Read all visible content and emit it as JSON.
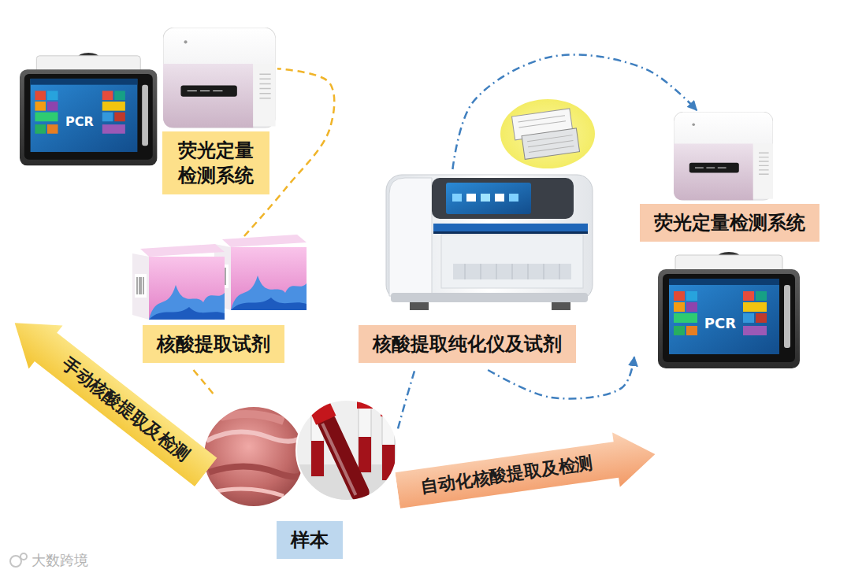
{
  "diagram": {
    "nodes": [
      {
        "text": [
          "荧光定量检测系统"
        ]
      },
      {
        "text": [
          "核酸提取试剂"
        ]
      },
      {
        "text": [
          "手动核酸提取及检测"
        ]
      },
      {
        "text": [
          "核酸提取纯化仪及试剂"
        ]
      },
      {
        "text": [
          "荧光定量检测系统"
        ]
      },
      {
        "text": [
          "样本"
        ]
      },
      {
        "text": [
          "自动化核酸提取及检测"
        ]
      }
    ],
    "edges": [
      {
        "from": 5,
        "to": 1,
        "arrow": "none"
      },
      {
        "from": 1,
        "to": 0,
        "arrow": "none"
      },
      {
        "from": 5,
        "to": 3,
        "arrow": "none"
      },
      {
        "from": 3,
        "to": 4,
        "arrow": "to"
      },
      {
        "from": 3,
        "to": 4,
        "arrow": "to"
      }
    ],
    "labels": [
      "PCR",
      "PCR",
      "大数跨境"
    ]
  }
}
